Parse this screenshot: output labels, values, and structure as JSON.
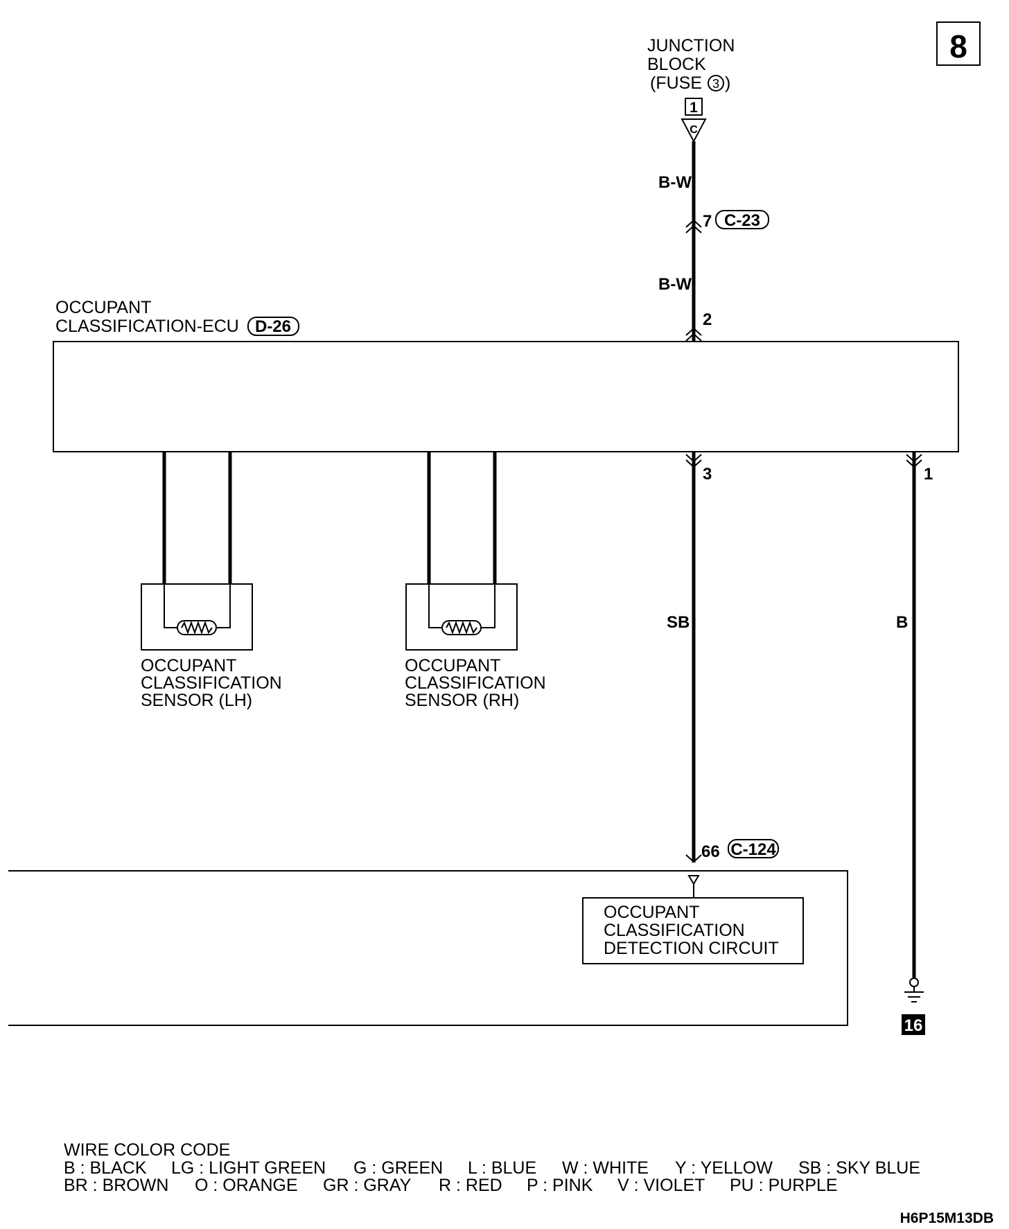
{
  "page_number": "8",
  "junction_block": {
    "line1": "JUNCTION",
    "line2": "BLOCK",
    "line3_prefix": "(FUSE",
    "fuse_number": "3",
    "line3_suffix": ")",
    "terminal": "1",
    "connector_letter": "C"
  },
  "wires": {
    "bw_upper": "B-W",
    "bw_lower": "B-W",
    "sb": "SB",
    "b": "B"
  },
  "connectors": {
    "c23_pin": "7",
    "c23_id": "C-23",
    "ecu_pin_2": "2",
    "ecu_pin_3": "3",
    "ecu_pin_1": "1",
    "c124_pin": "66",
    "c124_id": "C-124"
  },
  "ecu": {
    "line1": "OCCUPANT",
    "line2": "CLASSIFICATION-ECU",
    "connector_id": "D-26"
  },
  "sensor_lh": {
    "line1": "OCCUPANT",
    "line2": "CLASSIFICATION",
    "line3": "SENSOR (LH)"
  },
  "sensor_rh": {
    "line1": "OCCUPANT",
    "line2": "CLASSIFICATION",
    "line3": "SENSOR (RH)"
  },
  "detection_circuit": {
    "line1": "OCCUPANT",
    "line2": "CLASSIFICATION",
    "line3": "DETECTION CIRCUIT"
  },
  "ground": {
    "number": "16"
  },
  "legend": {
    "title": "WIRE COLOR CODE",
    "row1": [
      "B : BLACK",
      "LG : LIGHT GREEN",
      "G : GREEN",
      "L : BLUE",
      "W : WHITE",
      "Y : YELLOW",
      "SB : SKY BLUE"
    ],
    "row2": [
      "BR : BROWN",
      "O : ORANGE",
      "GR : GRAY",
      "R : RED",
      "P : PINK",
      "V : VIOLET",
      "PU : PURPLE"
    ]
  },
  "drawing_code": "H6P15M13DB"
}
